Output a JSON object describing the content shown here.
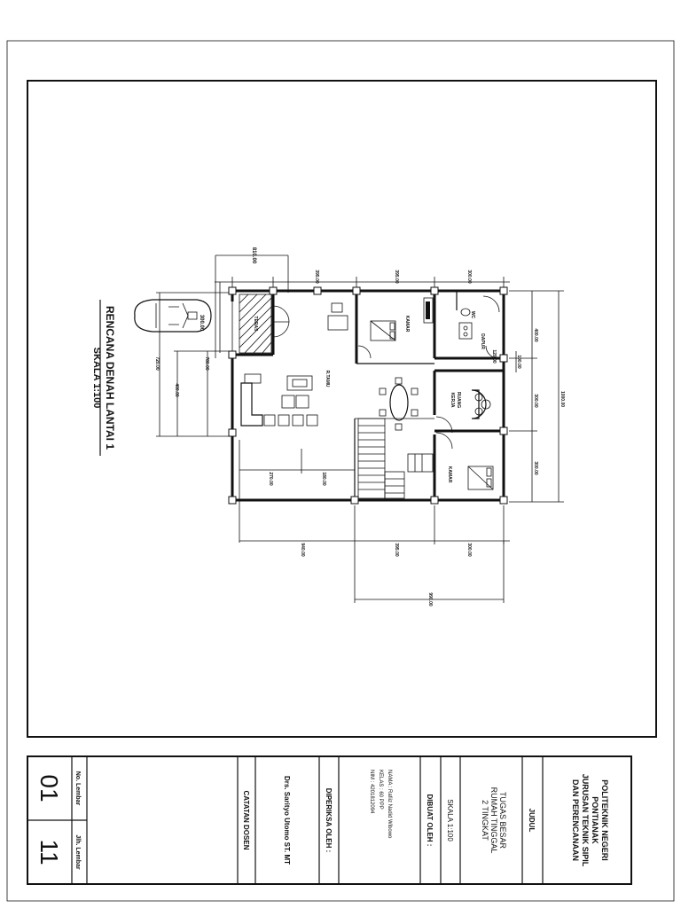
{
  "drawing": {
    "title": "RENCANA DENAH LANTAI 1",
    "scale": "SKALA 1:100"
  },
  "rooms": {
    "teras": "TERAS",
    "kamar_top": "KAMAR",
    "dapur": "DAPUR",
    "wc": "WC",
    "r_tamu": "R.TAMU",
    "ruang_kerja_1": "RUANG",
    "ruang_kerja_2": "KERJA",
    "kamar_bottom": "KAMAR"
  },
  "dimensions": {
    "d_top_810": "810.00",
    "d_top_300": "300.00",
    "d_top_395": "395.00",
    "d_top_395b": "395.00",
    "d_top_300b": "300.00",
    "d_left_720": "720.00",
    "d_left_780": "780.00",
    "d_left_400": "400.00",
    "d_bot_270": "270.00",
    "d_bot_180": "180.00",
    "d_bot_940": "940.00",
    "d_bot_395": "395.00",
    "d_bot_300": "300.00",
    "d_bot_total": "990.00",
    "d_right_400": "400.00",
    "d_right_300": "300.00",
    "d_right_300b": "300.00",
    "d_right_total": "1000.00",
    "d_right_100": "100.00",
    "d_right_120": "120.00"
  },
  "title_block": {
    "institution": [
      "POLITEKNIK NEGERI",
      "PONTIANAK",
      "JURUSAN TEKNIK SIPIL",
      "DAN PERENCANAAN"
    ],
    "judul_label": "JUDUL",
    "judul": [
      "TUGAS BESAR",
      "RUMAH TINGGAL",
      "2 TINGKAT"
    ],
    "skala": "SKALA 1:100",
    "dibuat_oleh": "DIBUAT OLEH :",
    "nama": "NAMA : Rafiiz Nadid Wibowo",
    "kelas": "KELAS : 60 PPP",
    "nim": "NIM : 4201812094",
    "diperiksa_oleh": "DIPERIKSA OLEH :",
    "dosen": "Drs. Sarityo Utomo ST. MT",
    "catatan": "CATATAN DOSEN",
    "no_lembar_label": "No. Lembar",
    "jlh_lembar_label": "Jlh. Lembar",
    "no_lembar": "01",
    "jlh_lembar": "11"
  }
}
